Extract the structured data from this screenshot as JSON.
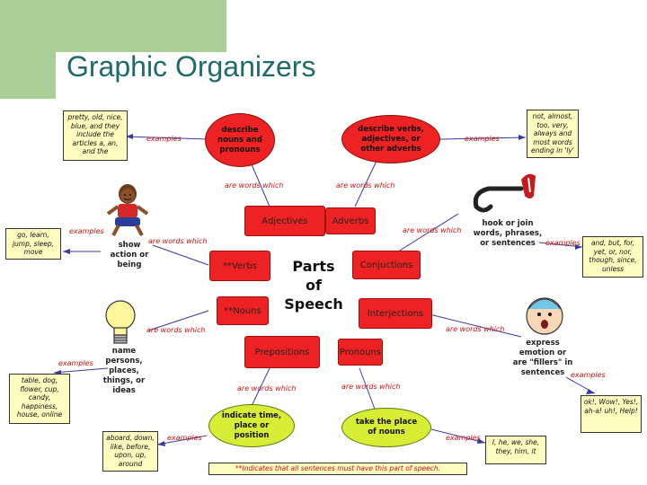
{
  "slide": {
    "title": "Graphic Organizers"
  },
  "center": {
    "line1": "Parts",
    "line2": "of",
    "line3": "Speech"
  },
  "parts": {
    "adjectives": "Adjectives",
    "adverbs": "Adverbs",
    "verbs": "**Verbs",
    "conjunctions": "Conjuctions",
    "nouns": "**Nouns",
    "interjections": "Interjections",
    "prepositions": "Prepositions",
    "pronouns": "Pronouns"
  },
  "descriptions": {
    "adjectives": "describe nouns and pronouns",
    "adverbs": "describe verbs, adjectives, or other adverbs",
    "verbs": "show action or being",
    "conjunctions": "hook or join words, phrases, or sentences",
    "nouns": "name persons, places, things, or ideas",
    "interjections": "express emotion or are \"fillers\" in sentences",
    "prepositions": "indicate time, place or position",
    "pronouns": "take the place of nouns"
  },
  "connectors": {
    "are_words_which": "are words which",
    "examples": "examples"
  },
  "examples": {
    "adjectives": "pretty, old, nice, blue, and they include the articles a, an, and the",
    "adverbs": "not, almost, too, very, always and most words ending in 'ly'",
    "verbs": "go, learn, jump, sleep, move",
    "conjunctions": "and, but, for, yet, or, nor, though, since, unless",
    "nouns": "table, dog, flower, cup, candy, happiness, house, online",
    "interjections": "ok!, Wow!, Yes!, ah-a! uh!, Help!",
    "prepositions": "aboard, down, like, before, upon, up, around",
    "pronouns": "I, he, we, she, they, him, it"
  },
  "footnote": "**Indicates that all sentences must have this part of speech.",
  "icons": [
    "child-figure-icon",
    "lightbulb-icon",
    "hook-icon",
    "surprised-face-icon"
  ],
  "colors": {
    "title": "#1f6b6b",
    "red": "#ee2222",
    "green": "#d7ee34",
    "yellow": "#fffcc0",
    "accent": "#a9cf96"
  }
}
